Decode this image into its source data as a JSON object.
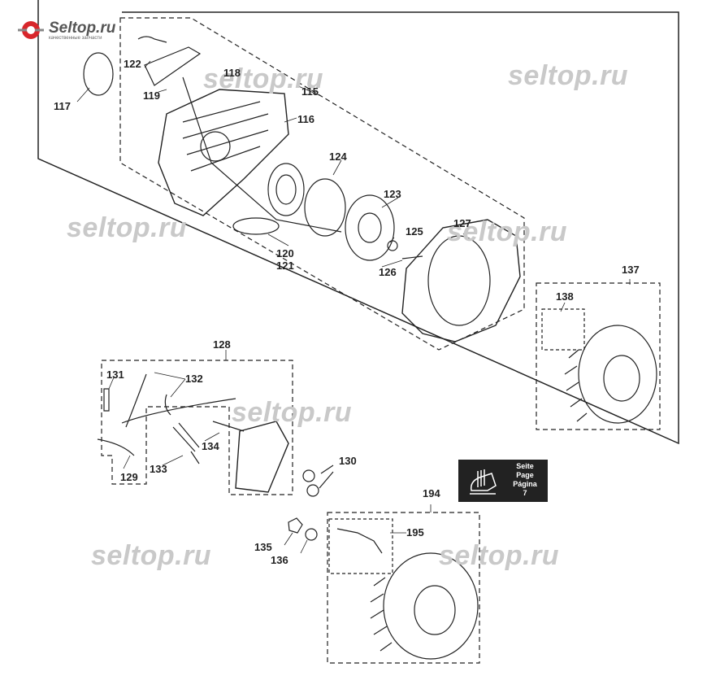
{
  "logo": {
    "title": "Seltop.ru",
    "subtitle": "качественные запчасти"
  },
  "watermark": "seltop.ru",
  "page_reference": {
    "line1": "Seite",
    "line2": "Page",
    "line3": "Página",
    "line4": "7"
  },
  "labels": {
    "p115": "115",
    "p116": "116",
    "p117": "117",
    "p118": "118",
    "p119": "119",
    "p120": "120",
    "p121": "121",
    "p122": "122",
    "p123": "123",
    "p124": "124",
    "p125": "125",
    "p126": "126",
    "p127": "127",
    "p128": "128",
    "p129": "129",
    "p130": "130",
    "p131": "131",
    "p132": "132",
    "p133": "133",
    "p134": "134",
    "p135": "135",
    "p136": "136",
    "p137": "137",
    "p138": "138",
    "p194": "194",
    "p195": "195"
  }
}
